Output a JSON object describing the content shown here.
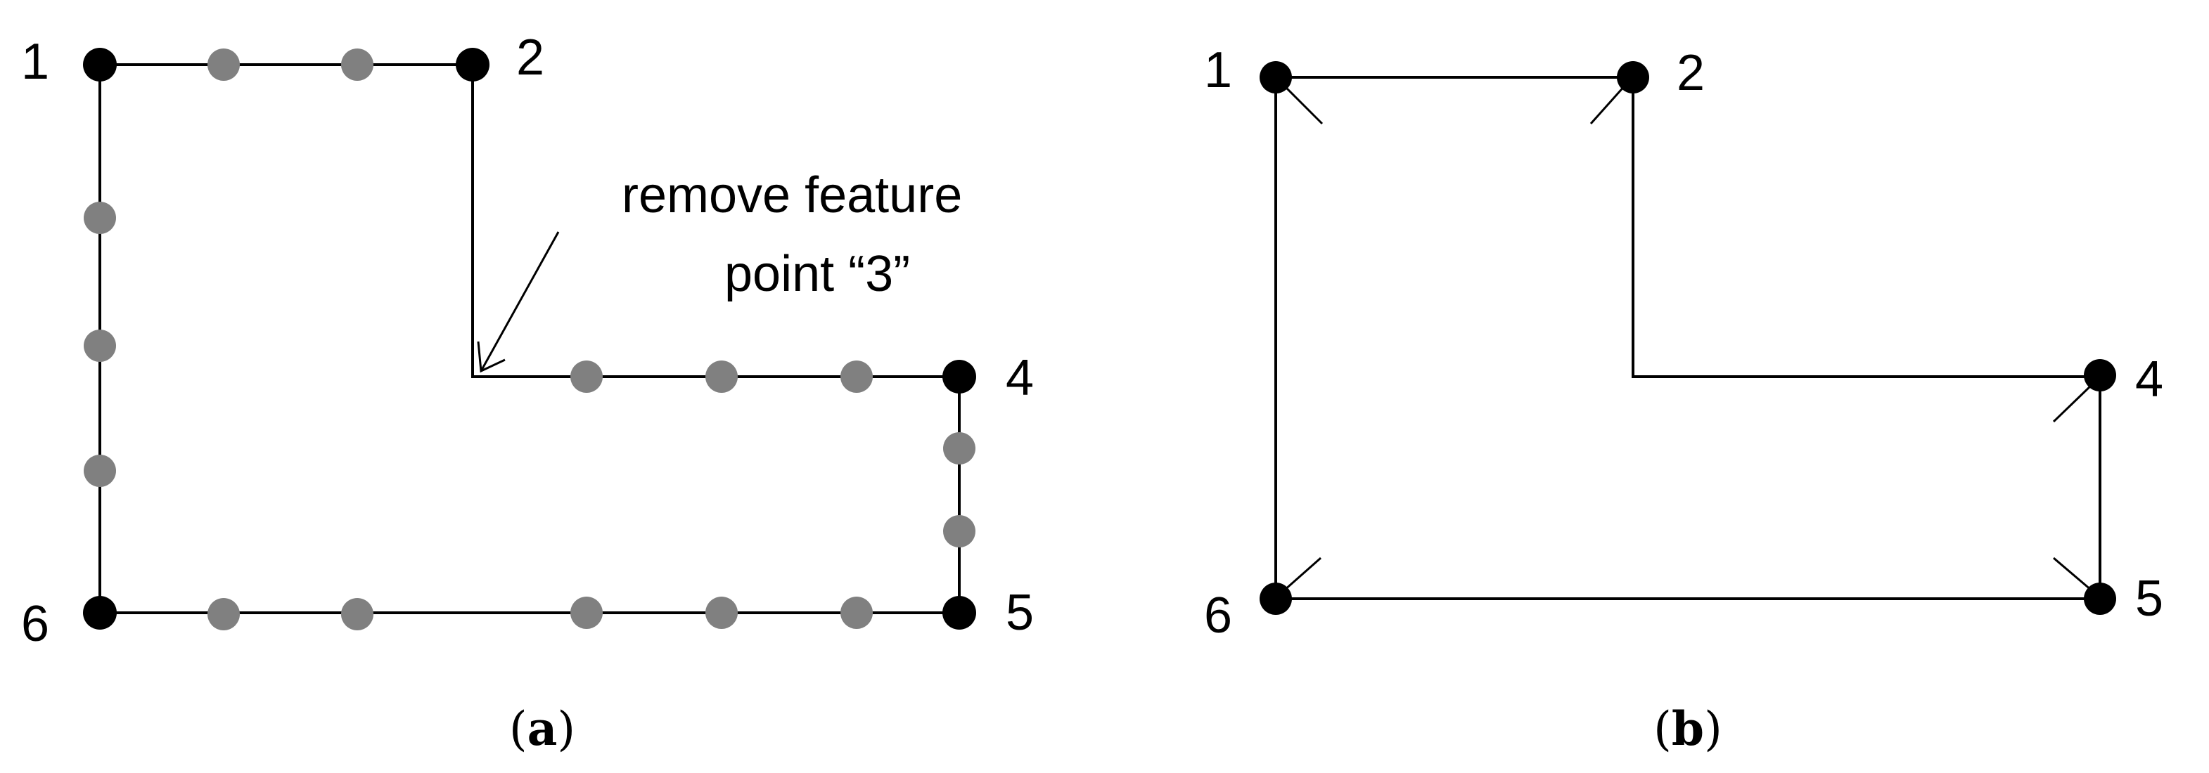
{
  "colors": {
    "feature_point": "#000000",
    "intermediate_point": "#808080",
    "line": "#000000",
    "background": "#ffffff"
  },
  "panel_a": {
    "caption_open": "(",
    "caption_letter": "a",
    "caption_close": ")",
    "feature_labels": [
      "1",
      "2",
      "4",
      "5",
      "6"
    ],
    "annotation_line1": "remove feature",
    "annotation_line2": "point “3”"
  },
  "panel_b": {
    "caption_open": "(",
    "caption_letter": "b",
    "caption_close": ")",
    "feature_labels": [
      "1",
      "2",
      "4",
      "5",
      "6"
    ]
  }
}
